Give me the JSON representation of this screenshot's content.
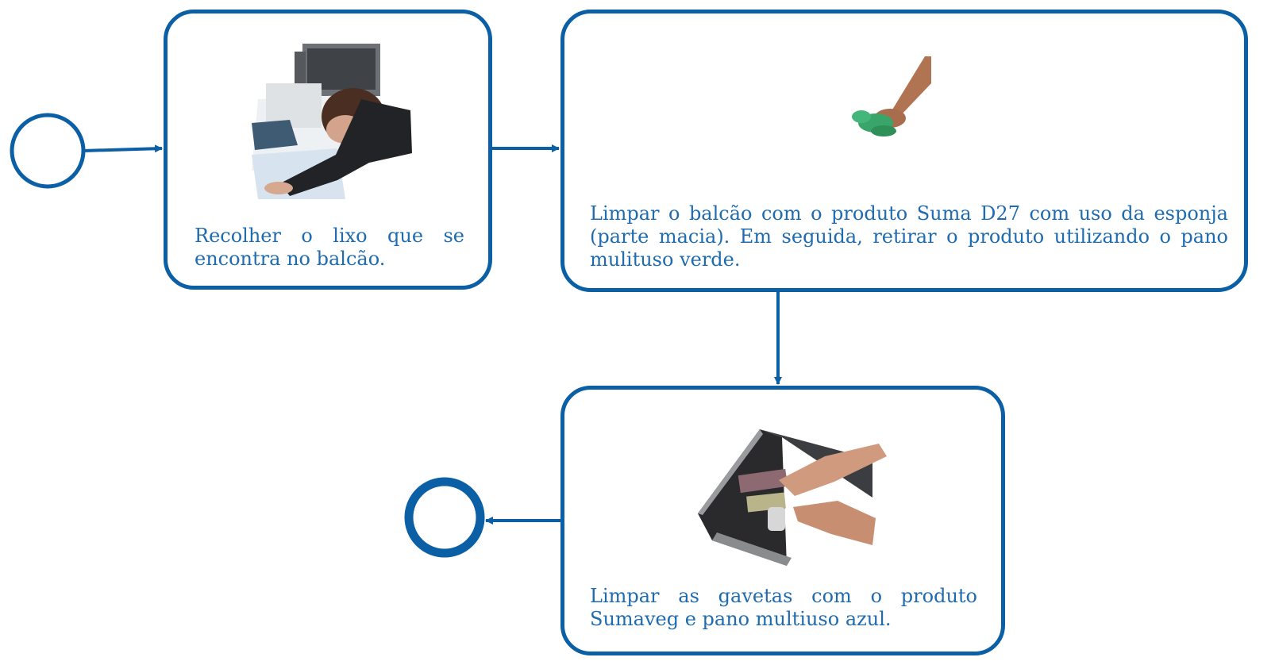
{
  "nodes": {
    "task_1": {
      "label": "Recolher o lixo que se encontra no balcão.",
      "picture": "person-clearing-counter"
    },
    "task_2": {
      "label": "Limpar o balcão com o produto Suma D27 com uso da esponja (parte macia). Em seguida, retirar o produto utilizando o pano mulituso verde.",
      "picture": "hand-with-green-sponge"
    },
    "task_3": {
      "label": "Limpar as gavetas com o produto Sumaveg e pano multiuso azul.",
      "picture": "hands-cleaning-cash-drawer"
    }
  },
  "colors": {
    "stroke": "#0b5fa4",
    "text": "#1e6bb0"
  }
}
